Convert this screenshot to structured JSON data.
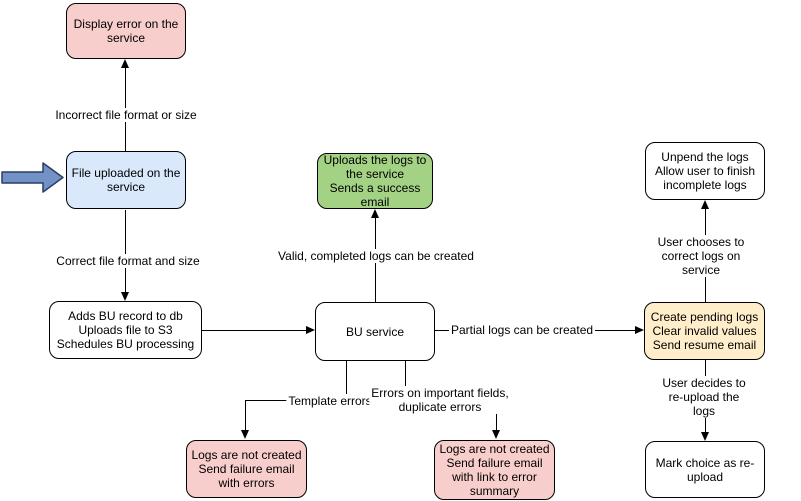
{
  "nodes": {
    "display_error": {
      "text": "Display error on the\nservice"
    },
    "file_uploaded": {
      "text": "File uploaded on the\nservice"
    },
    "adds_bu": {
      "text": "Adds BU record to db\nUploads file to S3\nSchedules BU processing"
    },
    "bu_service": {
      "text": "BU service"
    },
    "uploads_logs": {
      "text": "Uploads the logs to\nthe service\nSends a success\nemail"
    },
    "unpend_logs": {
      "text": "Unpend the logs\nAllow user to finish\nincomplete logs"
    },
    "create_pending": {
      "text": "Create pending logs\nClear invalid values\nSend resume email"
    },
    "mark_choice": {
      "text": "Mark choice as re-\nupload"
    },
    "logs_failure_errors": {
      "text": "Logs are not created\nSend failure email\nwith errors"
    },
    "logs_failure_summary": {
      "text": "Logs are not created\nSend failure email\nwith link to error\nsummary"
    }
  },
  "edge_labels": {
    "incorrect_file": "Incorrect file format or size",
    "correct_file": "Correct file format and size",
    "valid_logs": "Valid, completed logs can be created",
    "partial_logs": "Partial logs can be created",
    "user_correct": "User chooses to correct logs on service",
    "user_reupload": "User decides to re-upload the logs",
    "template_errors": "Template errors",
    "field_errors": "Errors on important fields,\nduplicate errors"
  },
  "colors": {
    "node_border": "#000000",
    "line": "#000000",
    "red_fill": "#f8cecc",
    "blue_fill": "#dae8fc",
    "green_fill": "#a3d284",
    "yellow_fill": "#ffeec9",
    "white_fill": "#ffffff",
    "entry_arrow_fill": "#7191c7",
    "entry_arrow_stroke": "#2c3e63"
  }
}
